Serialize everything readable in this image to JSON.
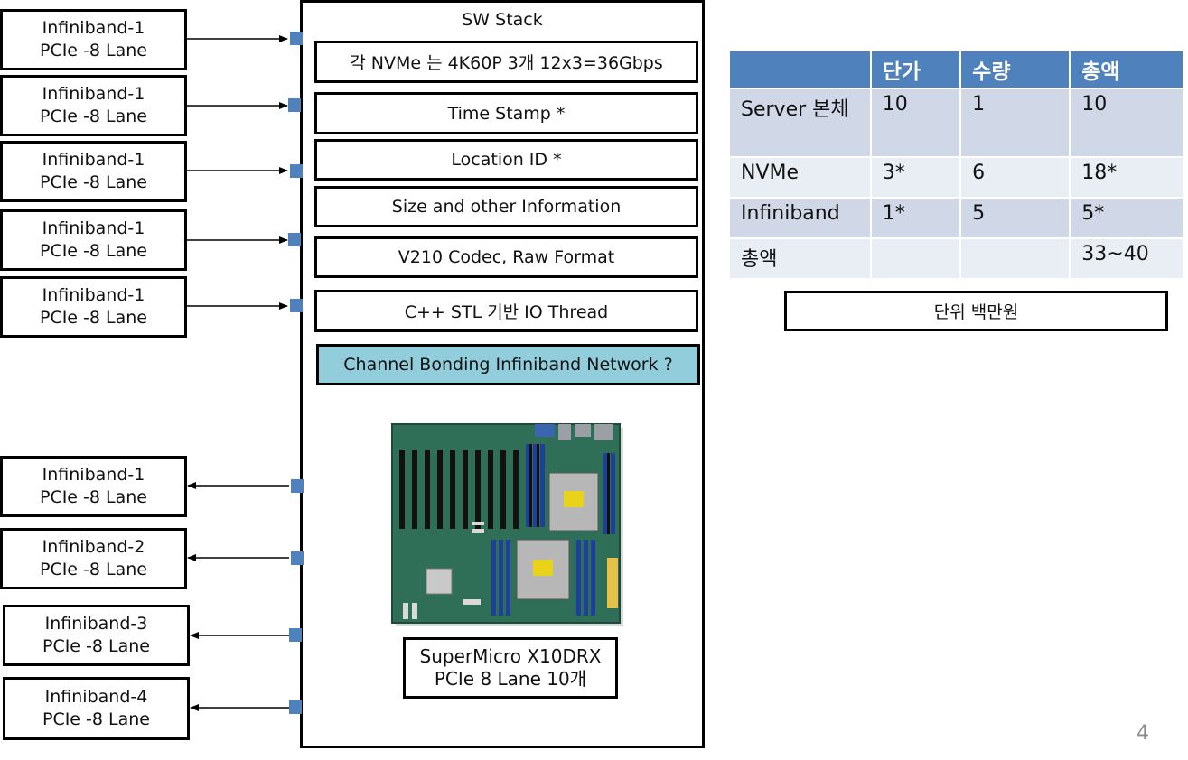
{
  "left_inputs": [
    {
      "name": "Infiniband-1",
      "spec": "PCIe -8 Lane"
    },
    {
      "name": "Infiniband-1",
      "spec": "PCIe -8 Lane"
    },
    {
      "name": "Infiniband-1",
      "spec": "PCIe -8 Lane"
    },
    {
      "name": "Infiniband-1",
      "spec": "PCIe -8 Lane"
    },
    {
      "name": "Infiniband-1",
      "spec": "PCIe -8 Lane"
    }
  ],
  "left_outputs": [
    {
      "name": "Infiniband-1",
      "spec": "PCIe -8 Lane"
    },
    {
      "name": "Infiniband-2",
      "spec": "PCIe -8 Lane"
    },
    {
      "name": "Infiniband-3",
      "spec": "PCIe -8 Lane"
    },
    {
      "name": "Infiniband-4",
      "spec": "PCIe -8 Lane"
    }
  ],
  "stack": {
    "title": "SW Stack",
    "items": [
      "각 NVMe 는 4K60P 3개 12x3=36Gbps",
      "Time Stamp *",
      "Location ID *",
      "Size and other Information",
      "V210 Codec, Raw Format",
      "C++ STL 기반 IO Thread",
      "Channel Bonding Infiniband Network ?"
    ]
  },
  "motherboard": {
    "line1": "SuperMicro X10DRX",
    "line2": "PCIe 8 Lane 10개"
  },
  "price_table": {
    "headers": [
      "",
      "단가",
      "수량",
      "총액"
    ],
    "rows": [
      [
        "Server 본체",
        "10",
        "1",
        "10"
      ],
      [
        "NVMe",
        "3*",
        "6",
        "18*"
      ],
      [
        "Infiniband",
        "1*",
        "5",
        "5*"
      ],
      [
        "총액",
        "",
        "",
        "33~40"
      ]
    ]
  },
  "unit_note": "단위 백만원",
  "page_number": "4",
  "colors": {
    "port": "#4f81bd",
    "table_header": "#4f81bd",
    "table_row_dark": "#d0d8e8",
    "table_row_light": "#e9edf4",
    "highlight": "#92cddc"
  }
}
